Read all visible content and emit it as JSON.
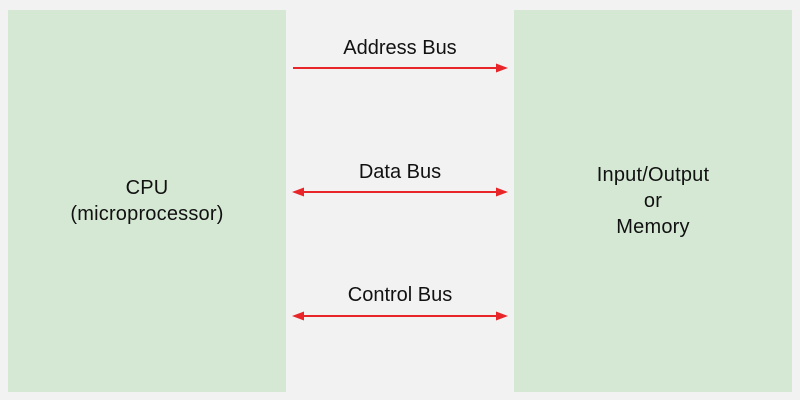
{
  "cpu": {
    "lines": [
      "CPU",
      "(microprocessor)"
    ]
  },
  "memory": {
    "lines": [
      "Input/Output",
      "or",
      "Memory"
    ]
  },
  "buses": [
    {
      "label": "Address Bus",
      "direction": "unidirectional"
    },
    {
      "label": "Data Bus",
      "direction": "bidirectional"
    },
    {
      "label": "Control Bus",
      "direction": "bidirectional"
    }
  ],
  "colors": {
    "background": "#f2f2f2",
    "block_fill": "#d5e8d4",
    "arrow": "#e8262a",
    "text": "#111111"
  }
}
